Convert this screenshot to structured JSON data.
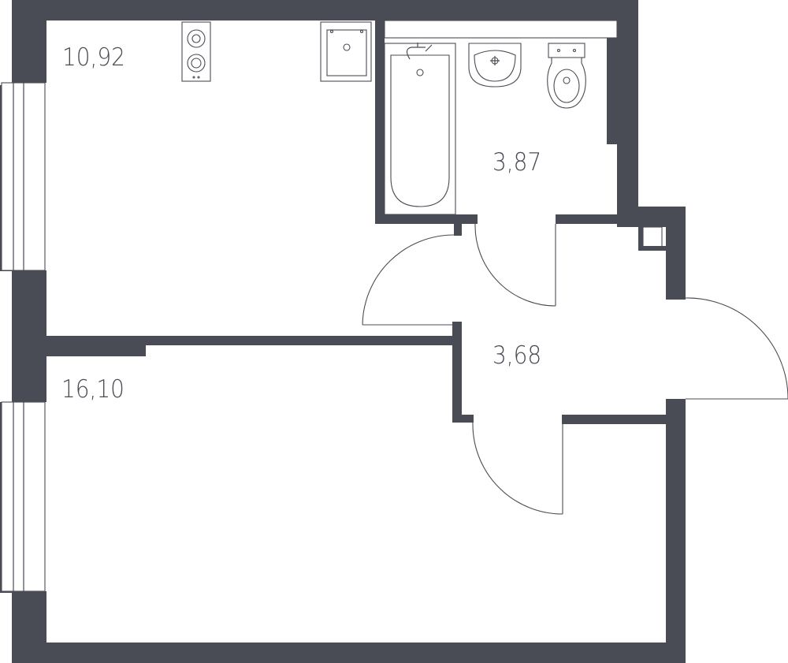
{
  "plan": {
    "rooms": [
      {
        "id": "kitchen",
        "area": "10,92"
      },
      {
        "id": "bathroom",
        "area": "3,87"
      },
      {
        "id": "hallway",
        "area": "3,68"
      },
      {
        "id": "bedroom",
        "area": "16,10"
      }
    ],
    "colors": {
      "wall": "#4a4c55",
      "background": "#ffffff"
    }
  }
}
